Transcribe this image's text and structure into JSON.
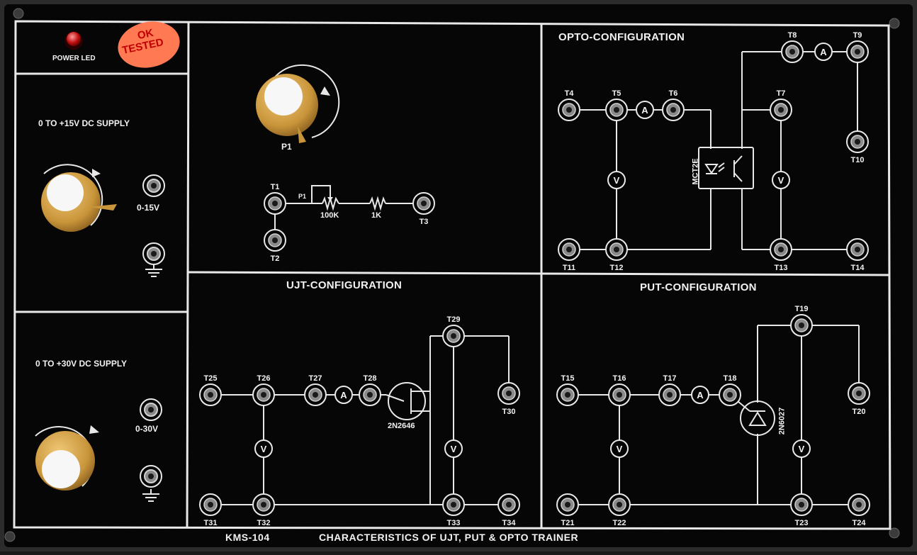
{
  "panel": {
    "power_led_label": "POWER LED",
    "sticker": {
      "line1": "OK",
      "line2": "TESTED"
    },
    "supply15_title": "0 TO +15V DC SUPPLY",
    "supply15_range": "0-15V",
    "supply30_title": "0 TO +30V DC SUPPLY",
    "supply30_range": "0-30V",
    "pot_label": "P1",
    "pot_small_label": "P1",
    "r1_label": "100K",
    "r2_label": "1K",
    "opto_title": "OPTO-CONFIGURATION",
    "opto_ic": "MCT2E",
    "ujt_title": "UJT-CONFIGURATION",
    "ujt_device": "2N2646",
    "put_title": "PUT-CONFIGURATION",
    "put_device": "2N6027",
    "meter_ammeter": "A",
    "meter_voltmeter": "V",
    "footer_model": "KMS-104",
    "footer_title": "CHARACTERISTICS OF UJT, PUT & OPTO TRAINER"
  },
  "terminals": {
    "T1": "T1",
    "T2": "T2",
    "T3": "T3",
    "T4": "T4",
    "T5": "T5",
    "T6": "T6",
    "T7": "T7",
    "T8": "T8",
    "T9": "T9",
    "T10": "T10",
    "T11": "T11",
    "T12": "T12",
    "T13": "T13",
    "T14": "T14",
    "T15": "T15",
    "T16": "T16",
    "T17": "T17",
    "T18": "T18",
    "T19": "T19",
    "T20": "T20",
    "T21": "T21",
    "T22": "T22",
    "T23": "T23",
    "T24": "T24",
    "T25": "T25",
    "T26": "T26",
    "T27": "T27",
    "T28": "T28",
    "T29": "T29",
    "T30": "T30",
    "T31": "T31",
    "T32": "T32",
    "T33": "T33",
    "T34": "T34"
  },
  "colors": {
    "panel": "#050505",
    "frame": "#3a3a3a",
    "line": "#e8e8e8",
    "knob": "#d9a84a",
    "knob_cap": "#f7f7f7",
    "led": "#d11a1a",
    "sticker": "#ff7a52"
  }
}
